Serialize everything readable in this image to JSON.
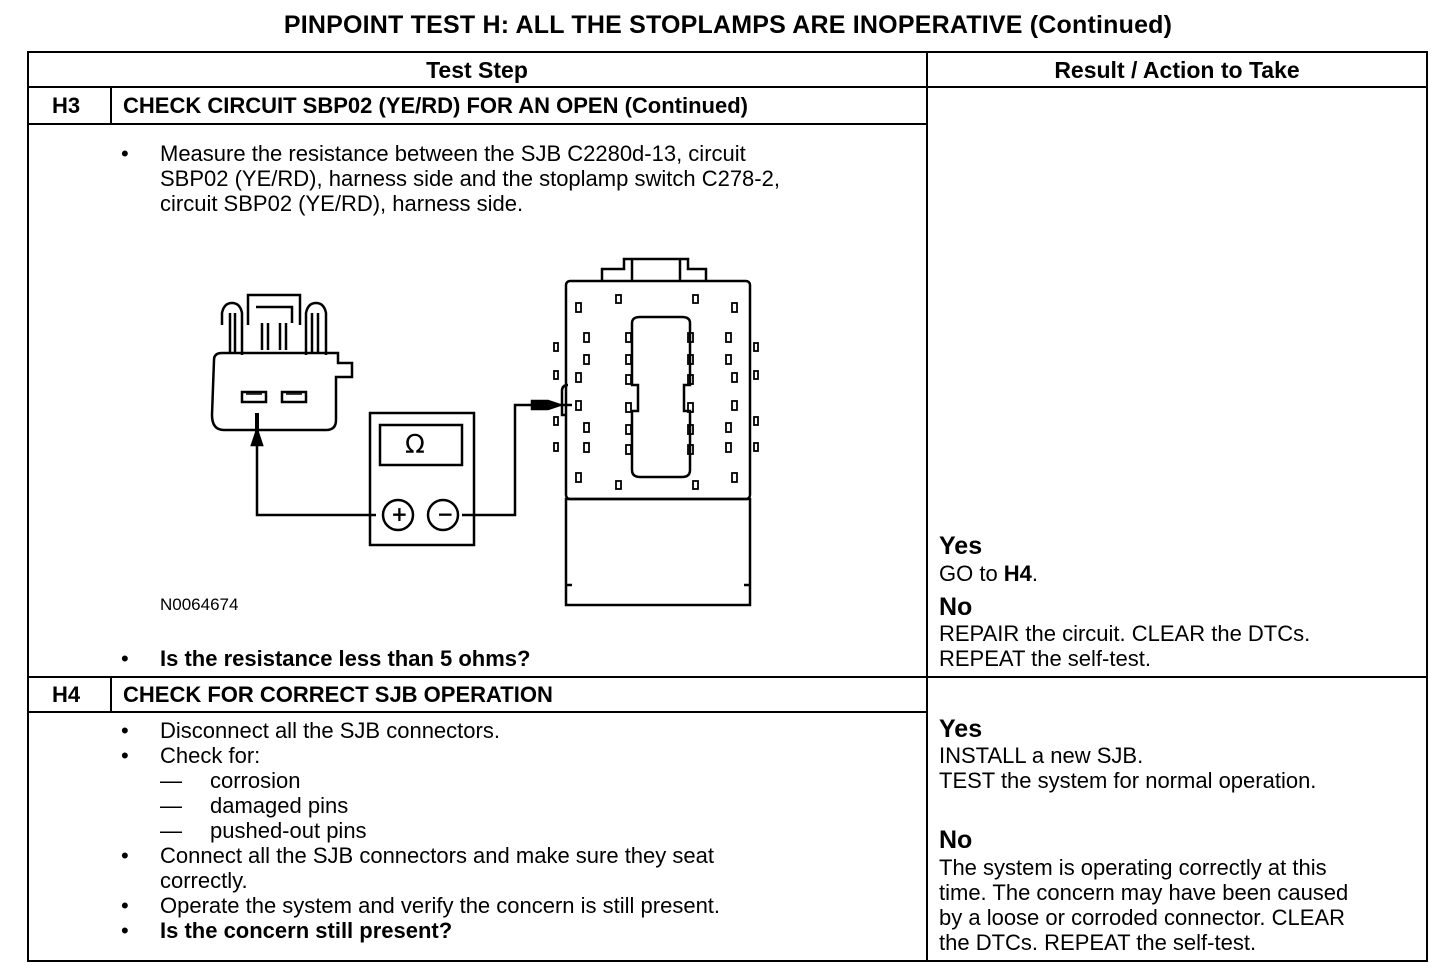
{
  "title": "PINPOINT TEST  H: ALL THE STOPLAMPS ARE INOPERATIVE (Continued)",
  "header": {
    "test_step": "Test Step",
    "result": "Result / Action to Take"
  },
  "h3": {
    "code": "H3",
    "title": "CHECK CIRCUIT SBP02 (YE/RD) FOR AN OPEN (Continued)",
    "bullet1": [
      "Measure the resistance between the SJB C2280d-13, circuit",
      "SBP02 (YE/RD), harness side and the stoplamp switch C278-2,",
      "circuit SBP02 (YE/RD), harness side."
    ],
    "figure_id": "N0064674",
    "meter_symbol": "Ω",
    "plus": "+",
    "minus": "−",
    "question": "Is the resistance less than 5 ohms?",
    "yes_label": "Yes",
    "yes_text": "GO to ",
    "yes_target": "H4",
    "yes_end": ".",
    "no_label": "No",
    "no_text": [
      "REPAIR the circuit. CLEAR the DTCs.",
      "REPEAT the self-test."
    ]
  },
  "h4": {
    "code": "H4",
    "title": "CHECK FOR CORRECT SJB OPERATION",
    "bullets": [
      "Disconnect all the SJB connectors.",
      "Check for:"
    ],
    "sub": [
      "corrosion",
      "damaged pins",
      "pushed-out pins"
    ],
    "bullet3": [
      "Connect all the SJB connectors and make sure they seat",
      "correctly."
    ],
    "bullet4": "Operate the system and verify the concern is still present.",
    "question": "Is the concern still present?",
    "yes_label": "Yes",
    "yes_text": [
      "INSTALL a new SJB.",
      "TEST the system for normal operation."
    ],
    "no_label": "No",
    "no_text": [
      "The system is operating correctly at this",
      "time. The concern may have been caused",
      "by a loose or corroded connector. CLEAR",
      "the DTCs. REPEAT the self-test."
    ]
  },
  "glyphs": {
    "bullet": "•",
    "dash": "—"
  }
}
